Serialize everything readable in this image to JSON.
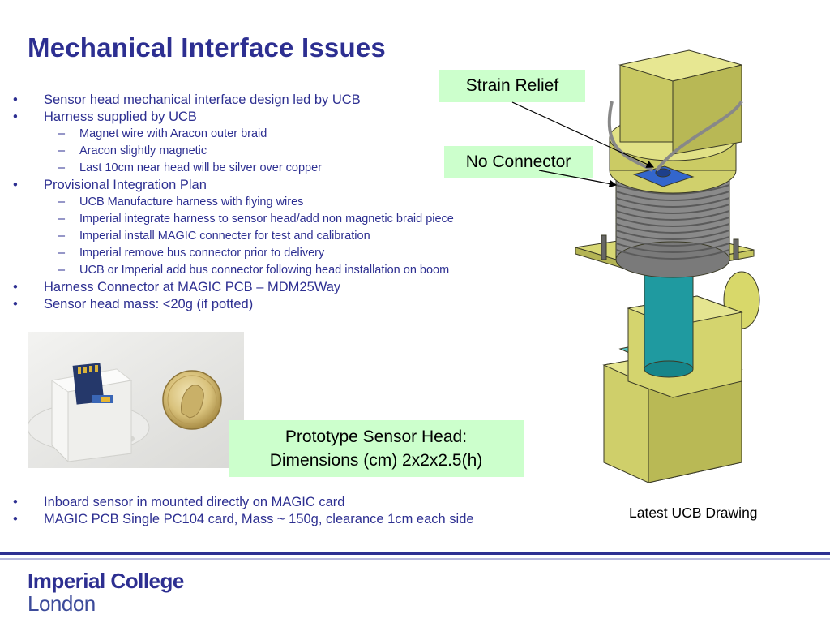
{
  "slide": {
    "title": "Mechanical Interface Issues",
    "bullets_top": [
      {
        "level": 1,
        "text": "Sensor head mechanical interface design led by UCB"
      },
      {
        "level": 1,
        "text": "Harness supplied by UCB"
      },
      {
        "level": 2,
        "text": "Magnet wire with Aracon outer braid"
      },
      {
        "level": 2,
        "text": "Aracon slightly magnetic"
      },
      {
        "level": 2,
        "text": "Last 10cm near head will be silver over copper"
      },
      {
        "level": 1,
        "text": "Provisional Integration Plan"
      },
      {
        "level": 2,
        "text": "UCB Manufacture harness with flying wires"
      },
      {
        "level": 2,
        "text": "Imperial integrate harness to sensor head/add non magnetic braid piece"
      },
      {
        "level": 2,
        "text": "Imperial install MAGIC connecter for test and calibration"
      },
      {
        "level": 2,
        "text": "Imperial remove bus connector prior to delivery"
      },
      {
        "level": 2,
        "text": "UCB or Imperial add bus connector following head installation on boom"
      },
      {
        "level": 1,
        "text": "Harness Connector at MAGIC PCB – MDM25Way"
      },
      {
        "level": 1,
        "text": "Sensor head mass: <20g (if potted)"
      }
    ],
    "bullets_bottom": [
      {
        "level": 1,
        "text": "Inboard sensor in mounted directly on MAGIC card"
      },
      {
        "level": 1,
        "text": "MAGIC PCB Single PC104 card, Mass ~ 150g, clearance 1cm each side"
      }
    ],
    "callouts": {
      "strain_relief": "Strain Relief",
      "no_connector": "No Connector",
      "prototype_line1": "Prototype Sensor Head:",
      "prototype_line2": "Dimensions (cm) 2x2x2.5(h)"
    },
    "drawing_caption": "Latest UCB Drawing"
  },
  "footer": {
    "logo_line1": "Imperial College",
    "logo_line2": "London"
  },
  "colors": {
    "title": "#2d2f91",
    "callout_bg": "#ccffcc",
    "rule": "#2d2f91"
  }
}
